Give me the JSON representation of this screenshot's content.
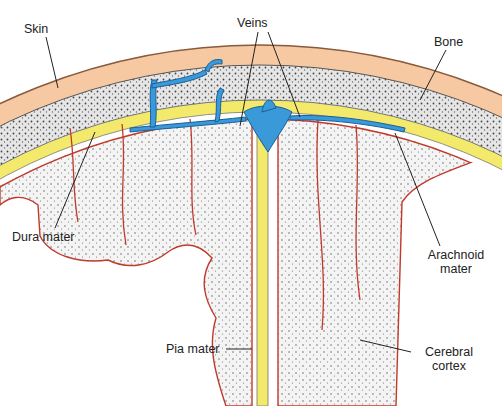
{
  "diagram": {
    "labels": [
      "Skin",
      "Veins",
      "Bone",
      "Dura mater",
      "Arachnoid mater",
      "Pia mater",
      "Cerebral cortex"
    ]
  }
}
